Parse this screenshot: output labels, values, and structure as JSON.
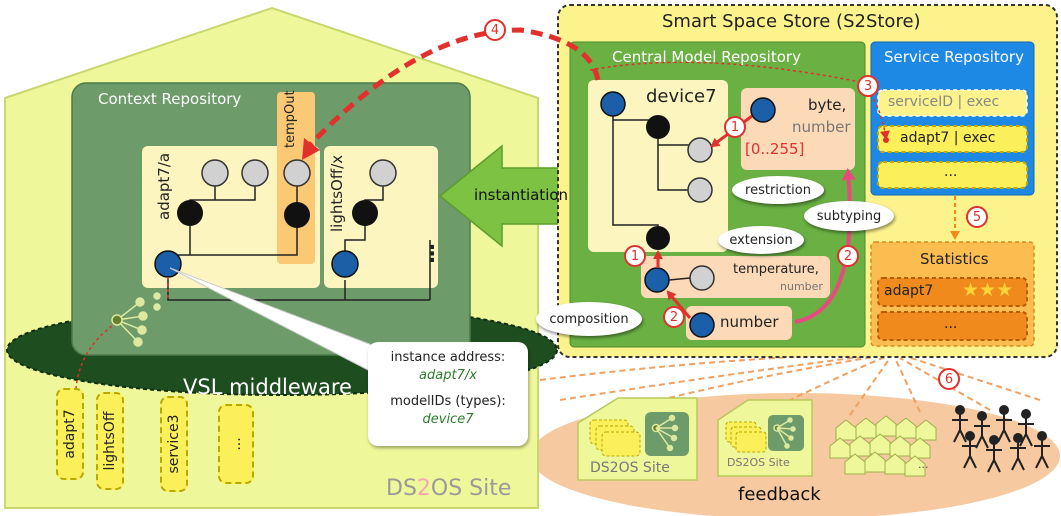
{
  "site": {
    "context_repository_label": "Context Repository",
    "adapt_label": "adapt7/a",
    "temp_out_label": "tempOut",
    "lights_label": "lightsOff/x",
    "dots": "⋮",
    "middleware_label": "VSL middleware",
    "site_name_prefix": "DS",
    "site_name_two": "2",
    "site_name_suffix": "OS Site",
    "instantiation_label": "instantiation",
    "services": [
      "adapt7",
      "lightsOff",
      "service3",
      "..."
    ],
    "info": {
      "address_label": "instance address:",
      "address_value": "adapt7/x",
      "model_label": "modelIDs (types):",
      "model_value": "device7"
    }
  },
  "store": {
    "title": "Smart Space Store (S2Store)",
    "cmr": {
      "title": "Central Model Repository",
      "device_label": "device7",
      "byte_label": "byte,",
      "byte_number": "number",
      "byte_range": "[0..255]",
      "temperature_label": "temperature,",
      "temperature_number": "number",
      "number_label": "number",
      "bubbles": {
        "restriction": "restriction",
        "extension": "extension",
        "subtyping": "subtyping",
        "composition": "composition"
      }
    },
    "service_repo": {
      "title": "Service Repository",
      "rows": [
        "serviceID | exec",
        "adapt7 | exec",
        "..."
      ]
    },
    "statistics": {
      "title": "Statistics",
      "rows": [
        "adapt7",
        "..."
      ],
      "stars": "★★★"
    }
  },
  "feedback": {
    "label": "feedback",
    "site1": "DS2OS Site",
    "site2": "DS2OS Site",
    "dots": "..."
  },
  "steps": [
    "1",
    "1",
    "2",
    "2",
    "3",
    "4",
    "5",
    "6"
  ],
  "colors": {
    "accent_red": "#e0312d",
    "site_green": "#eef79a",
    "context_green": "#6e9b6a",
    "cmr_green": "#6ab043",
    "store_yellow": "#fcf38d",
    "service_blue": "#1e88e5",
    "stats_orange": "#fbbd50"
  }
}
